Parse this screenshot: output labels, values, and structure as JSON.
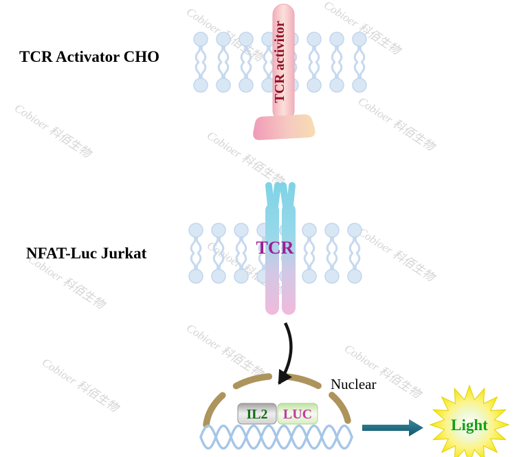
{
  "watermark": {
    "text": "Cobioer  科佰生物"
  },
  "cells": {
    "cho_label": "TCR Activator CHO",
    "jurkat_label": "NFAT-Luc Jurkat"
  },
  "molecules": {
    "activator_label": "TCR activitor",
    "tcr_label": "TCR"
  },
  "nucleus": {
    "label": "Nuclear",
    "il2_label": "IL2",
    "luc_label": "LUC"
  },
  "output": {
    "light_label": "Light"
  },
  "colors": {
    "membrane_head": "#d9e7f5",
    "membrane_tail": "#c6d9ee",
    "activator_body": "#f6c0c8",
    "activator_text": "#8b1228",
    "receptor_top": "#7dd2e6",
    "receptor_bottom": "#f3b9da",
    "tcr_text": "#9c1f93",
    "nuclear_envelope": "#ad945c",
    "dna": "#a6c6e8",
    "il2_text": "#166b16",
    "luc_text": "#c23a9e",
    "signal_arrow": "#141414",
    "light_arrow": "#1d6e82",
    "star_fill": "#f4e600",
    "light_text": "#12a012"
  }
}
